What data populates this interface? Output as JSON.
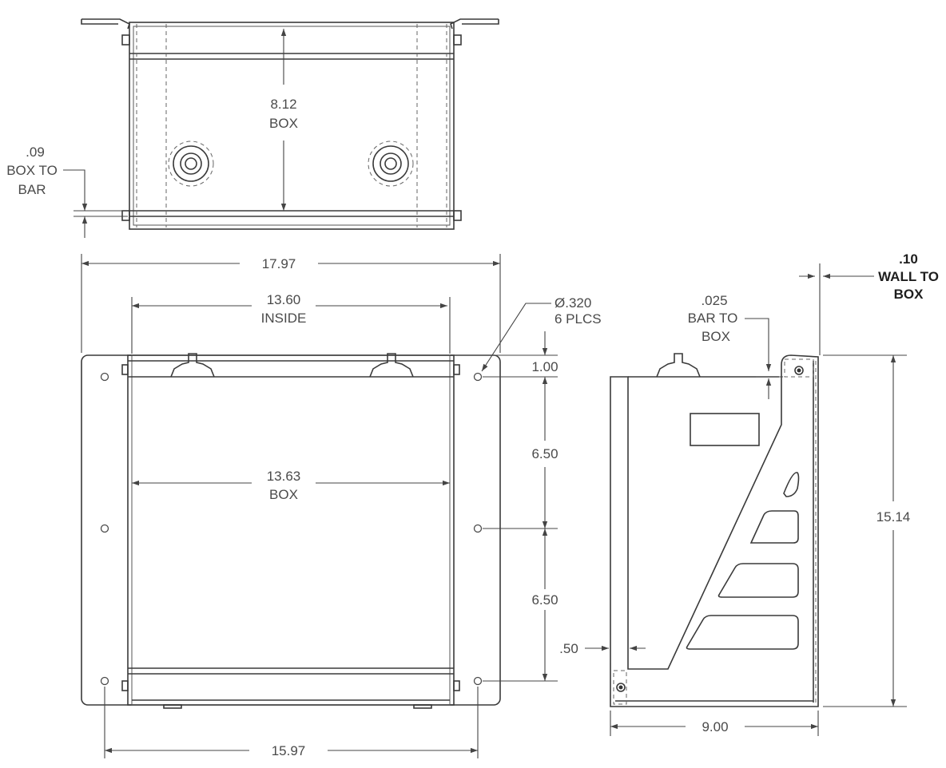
{
  "top_view": {
    "box_height": [
      "8.12",
      "BOX"
    ],
    "box_to_bar": [
      ".09",
      "BOX TO",
      "BAR"
    ]
  },
  "front_view": {
    "overall_width": "17.97",
    "inside_width": [
      "13.60",
      "INSIDE"
    ],
    "box_width": [
      "13.63",
      "BOX"
    ],
    "hole_spec": [
      "Ø.320",
      "6 PLCS"
    ],
    "top_offset": "1.00",
    "spacing_upper": "6.50",
    "spacing_lower": "6.50",
    "hole_spacing": "15.97"
  },
  "side_view": {
    "wall_to_box": [
      ".10",
      "WALL TO",
      "BOX"
    ],
    "bar_to_box": [
      ".025",
      "BAR TO",
      "BOX"
    ],
    "overall_height": "15.14",
    "edge_offset": ".50",
    "depth": "9.00"
  }
}
